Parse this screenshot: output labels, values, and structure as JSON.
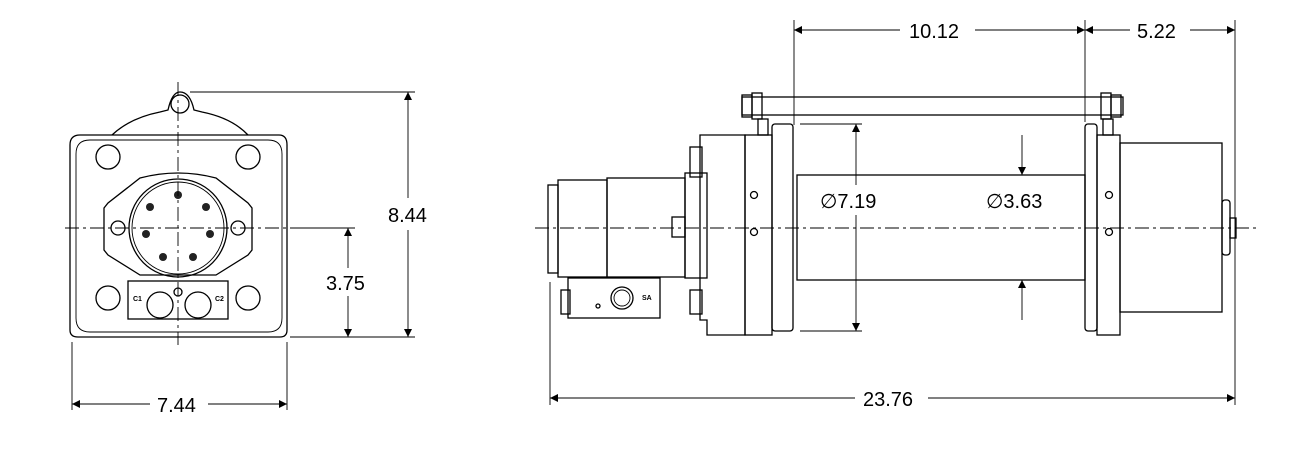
{
  "front_view": {
    "dimensions": {
      "height": "8.44",
      "center_height": "3.75",
      "width": "7.44"
    },
    "labels": {
      "c1": "C1",
      "c2": "C2"
    }
  },
  "side_view": {
    "dimensions": {
      "drum_length": "10.12",
      "motor_length": "5.22",
      "overall_length": "23.76",
      "flange_diameter": "7.19",
      "drum_diameter": "3.63"
    },
    "diameter_symbol": "∅",
    "labels": {
      "valve": "SA"
    }
  }
}
